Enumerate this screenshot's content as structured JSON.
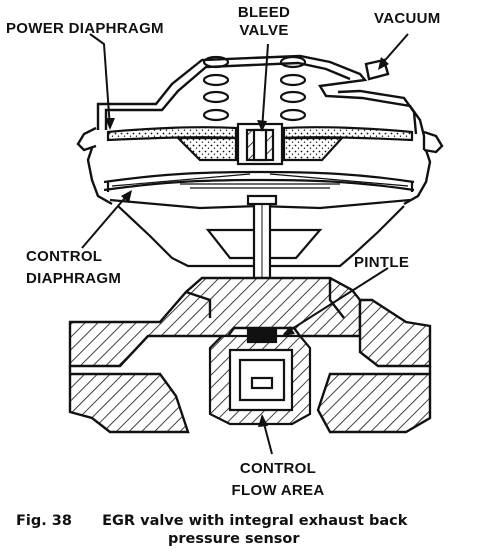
{
  "labels": {
    "power_diaphragm": "POWER DIAPHRAGM",
    "bleed_valve_line1": "BLEED",
    "bleed_valve_line2": "VALVE",
    "vacuum": "VACUUM",
    "control_diaphragm_line1": "CONTROL",
    "control_diaphragm_line2": "DIAPHRAGM",
    "pintle": "PINTLE",
    "control_flow_area_line1": "CONTROL",
    "control_flow_area_line2": "FLOW AREA"
  },
  "caption": {
    "figure_number": "Fig. 38",
    "line1": "EGR valve with integral exhaust back",
    "line2": "pressure sensor"
  },
  "colors": {
    "ink": "#111111",
    "paper": "#ffffff"
  }
}
